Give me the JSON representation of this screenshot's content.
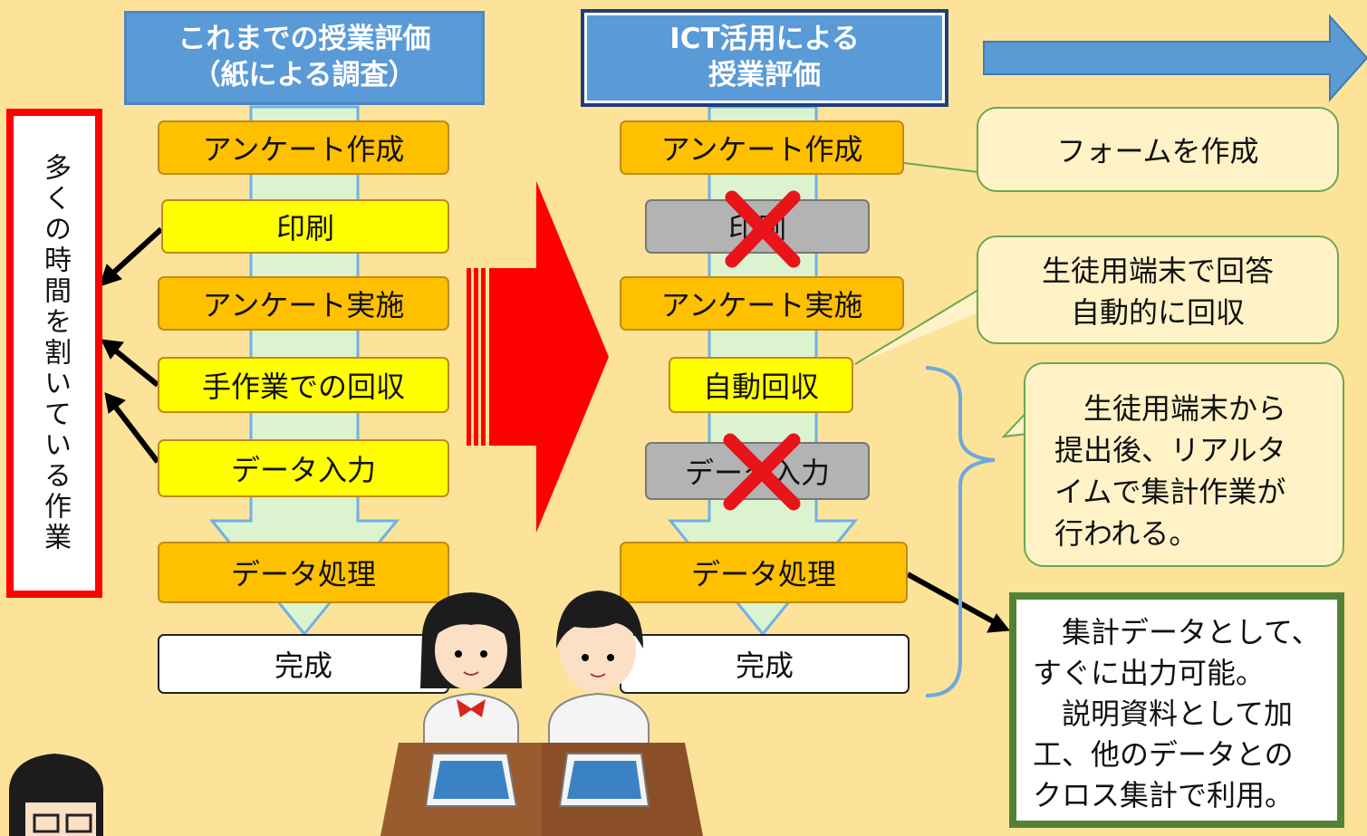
{
  "left_header": {
    "line1": "これまでの授業評価",
    "line2": "（紙による調査）"
  },
  "right_header": {
    "line1": "ICT活用による",
    "line2": "授業評価"
  },
  "left_steps": {
    "s1": "アンケート作成",
    "s2": "印刷",
    "s3": "アンケート実施",
    "s4": "手作業での回収",
    "s5": "データ入力",
    "s6": "データ処理",
    "s7": "完成"
  },
  "right_steps": {
    "s1": "アンケート作成",
    "s2": "印刷",
    "s3": "アンケート実施",
    "s4": "自動回収",
    "s5": "データ入力",
    "s6": "データ処理",
    "s7": "完成"
  },
  "side_label": "多くの時間を割いている作業",
  "callouts": {
    "form": "フォームを作成",
    "answer": {
      "line1": "生徒用端末で回答",
      "line2": "自動的に回収"
    },
    "realtime": {
      "line1": "　生徒用端末から",
      "line2": "提出後、リアルタ",
      "line3": "イムで集計作業が",
      "line4": "行われる。"
    }
  },
  "result_box": {
    "line1": "　集計データとして、",
    "line2": "すぐに出力可能。",
    "line3": "　説明資料として加",
    "line4": "工、他のデータとの",
    "line5": "クロス集計で利用。"
  },
  "colors": {
    "background": "#fde39a",
    "header_blue": "#5a9ad7",
    "step_orange": "#ffc000",
    "step_yellow": "#ffff00",
    "disabled_gray": "#b3b3b3",
    "cross_red": "#e8141a",
    "big_arrow_red": "#ff0000",
    "flow_arrow": "#d9f2c9"
  }
}
